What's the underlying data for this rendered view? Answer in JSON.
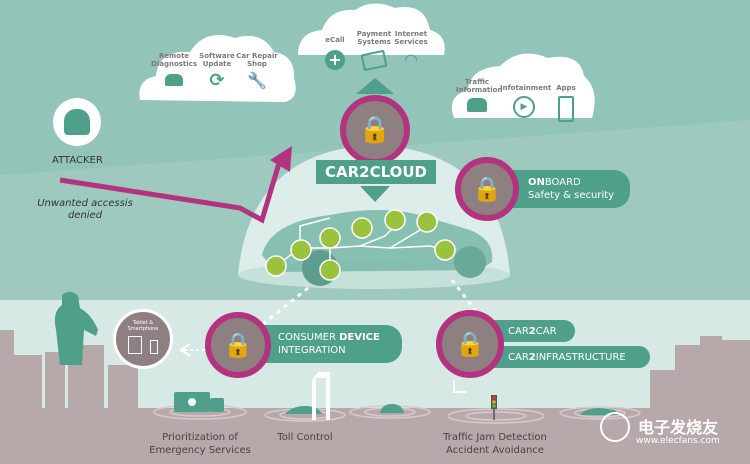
{
  "colors": {
    "sky": "#93c4b9",
    "ground": "#b7a8aa",
    "accent_green": "#4fa08b",
    "lock_ring": "#b3337f",
    "lock_fill": "#8e7f81",
    "attack_line": "#b3337f",
    "node_green": "#9bc23c"
  },
  "clouds": {
    "left": {
      "items": [
        {
          "label": "Remote Diagnostics",
          "icon": "car-signal-icon"
        },
        {
          "label": "Software Update",
          "icon": "refresh-icon"
        },
        {
          "label": "Car Repair Shop",
          "icon": "wrench-screwdriver-icon"
        }
      ]
    },
    "center": {
      "items": [
        {
          "label": "eCall",
          "icon": "medical-cross-icon"
        },
        {
          "label": "Payment Systems",
          "icon": "credit-card-icon"
        },
        {
          "label": "Internet Services",
          "icon": "wifi-icon"
        }
      ]
    },
    "right": {
      "items": [
        {
          "label": "Traffic Information",
          "icon": "traffic-cars-icon"
        },
        {
          "label": "Infotainment",
          "icon": "play-icon"
        },
        {
          "label": "Apps",
          "icon": "smartphone-apps-icon"
        }
      ]
    }
  },
  "attacker": {
    "label": "ATTACKER",
    "note": "Unwanted accessis denied"
  },
  "car2cloud": {
    "label": "CAR2CLOUD"
  },
  "onboard": {
    "title_bold": "ON",
    "title_rest": "BOARD",
    "subtitle": "Safety & security"
  },
  "consumer": {
    "line1_a": "CONSUMER ",
    "line1_b": "DEVICE",
    "line2": "INTEGRATION",
    "device_label": "Tablet & Smartphone"
  },
  "v2x": {
    "car2car_a": "CAR",
    "car2car_b": "2",
    "car2car_c": "CAR",
    "car2infra_a": "CAR",
    "car2infra_b": "2",
    "car2infra_c": "INFRASTRUCTURE"
  },
  "captions": {
    "emergency": "Prioritization of Emergency Services",
    "toll": "Toll Control",
    "traffic": "Traffic Jam Detection Accident Avoidance"
  },
  "watermark": {
    "cn": "电子发烧友",
    "url": "www.elecfans.com"
  }
}
